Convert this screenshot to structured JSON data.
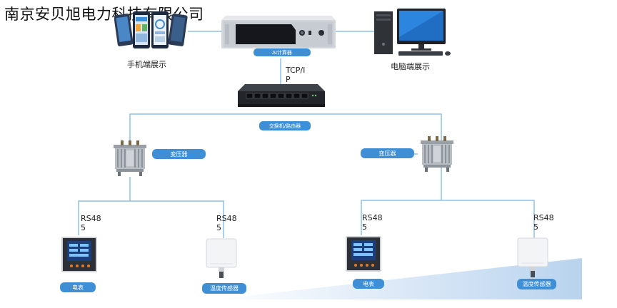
{
  "header": {
    "company_name": "南京安贝旭电力科技有限公司"
  },
  "server": {
    "label": "AI计算器"
  },
  "phone": {
    "caption": "手机端展示"
  },
  "pc": {
    "caption": "电脑端展示"
  },
  "link_server_switch": {
    "protocol": "TCP/I\nP"
  },
  "switch": {
    "label": "交换机/路由器"
  },
  "transformers": [
    {
      "label": "变压器"
    },
    {
      "label": "变压器"
    }
  ],
  "branches": [
    {
      "protocol": "RS48\n5",
      "device_label": "电表"
    },
    {
      "protocol": "RS48\n5",
      "device_label": "温度传感器"
    },
    {
      "protocol": "RS48\n5",
      "device_label": "电表"
    },
    {
      "protocol": "RS48\n5",
      "device_label": "温度传感器"
    }
  ],
  "colors": {
    "accent": "#3f8fd6",
    "line": "#8fc1e8",
    "wedge": "#cfe2f6"
  }
}
